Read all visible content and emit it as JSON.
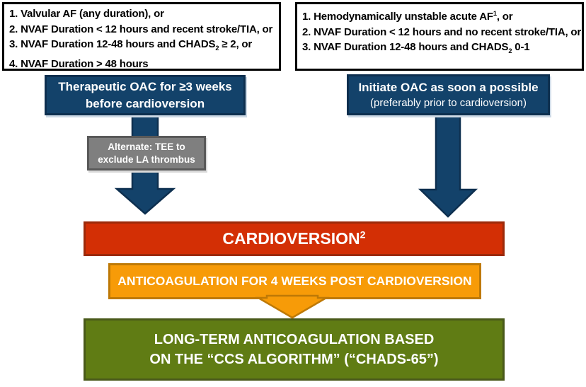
{
  "colors": {
    "navy_fill": "#13426A",
    "navy_border": "#0D2F4F",
    "gray_fill": "#7F7F7F",
    "gray_border": "#595959",
    "red_fill": "#D32F05",
    "red_border": "#9C2A0A",
    "orange_fill": "#F79B08",
    "orange_border": "#BE7906",
    "green_fill": "#607C14",
    "green_border": "#49591A",
    "box_text": "#FFFFFF",
    "criteria_text": "#000000"
  },
  "criteria_left": {
    "lines": [
      [
        {
          "t": "1. Valvular AF (any duration), or"
        }
      ],
      [
        {
          "t": "2. NVAF Duration < 12 hours and recent stroke/TIA, or"
        }
      ],
      [
        {
          "t": "3. NVAF Duration 12-48 hours and CHADS"
        },
        {
          "t": "2",
          "s": "sub"
        },
        {
          "t": " ≥ 2, or"
        }
      ],
      [
        {
          "t": "4. NVAF Duration > 48 hours"
        }
      ]
    ]
  },
  "criteria_right": {
    "lines": [
      [
        {
          "t": "1. Hemodynamically unstable acute AF"
        },
        {
          "t": "1",
          "s": "sup"
        },
        {
          "t": ", or"
        }
      ],
      [
        {
          "t": "2. NVAF Duration < 12 hours and no recent stroke/TIA, or"
        }
      ],
      [
        {
          "t": "3. NVAF Duration 12-48 hours and CHADS"
        },
        {
          "t": "2",
          "s": "sub"
        },
        {
          "t": " 0-1"
        }
      ]
    ]
  },
  "oac_left": {
    "line1": "Therapeutic OAC for ≥3 weeks",
    "line2": "before cardioversion"
  },
  "oac_right": {
    "line1": "Initiate OAC as soon a possible",
    "line2": "(preferably prior to cardioversion)"
  },
  "tee_note": {
    "line1": "Alternate: TEE to",
    "line2": "exclude LA thrombus"
  },
  "cardioversion": {
    "title": [
      {
        "t": "CARDIOVERSION"
      },
      {
        "t": "2",
        "s": "sup"
      }
    ]
  },
  "post_anticoagulation": {
    "label": "ANTICOAGULATION FOR 4 WEEKS POST CARDIOVERSION"
  },
  "long_term": {
    "line1": "LONG-TERM ANTICOAGULATION BASED",
    "line2": "ON THE “CCS ALGORITHM” (“CHADS-65”)"
  }
}
